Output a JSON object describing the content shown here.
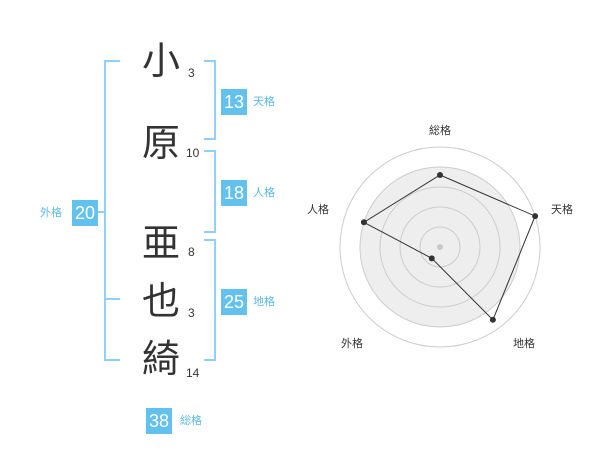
{
  "name": {
    "chars": [
      {
        "char": "小",
        "strokes": "3"
      },
      {
        "char": "原",
        "strokes": "10"
      },
      {
        "char": "亜",
        "strokes": "8"
      },
      {
        "char": "也",
        "strokes": "3"
      },
      {
        "char": "綺",
        "strokes": "14"
      }
    ]
  },
  "fortunes": {
    "tenkaku": {
      "value": "13",
      "label": "天格"
    },
    "jinkaku": {
      "value": "18",
      "label": "人格"
    },
    "chikaku": {
      "value": "25",
      "label": "地格"
    },
    "gaikaku": {
      "value": "20",
      "label": "外格"
    },
    "soukaku": {
      "value": "38",
      "label": "総格"
    }
  },
  "chart_data": {
    "type": "radar",
    "axes": [
      "総格",
      "天格",
      "地格",
      "外格",
      "人格"
    ],
    "values": [
      3.6,
      5,
      4.5,
      0.7,
      4
    ],
    "max": 5,
    "rings": 5,
    "colors": {
      "fill": "#eeeeee",
      "line": "#333333",
      "ring": "#cccccc",
      "point": "#333333"
    }
  },
  "colors": {
    "bracket": "#8ed0f7",
    "badge": "#63c1f0",
    "badge_label": "#5bb8ea"
  }
}
